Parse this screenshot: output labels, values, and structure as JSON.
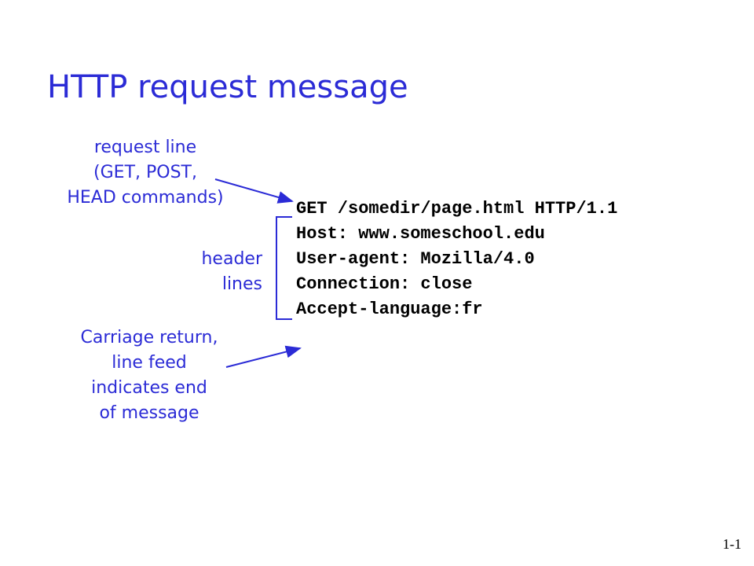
{
  "slide": {
    "title": "HTTP request message",
    "page_number": "1-1"
  },
  "annotations": {
    "request_line": [
      "request line",
      "(GET, POST,",
      "HEAD commands)"
    ],
    "header_lines": [
      "header",
      "lines"
    ],
    "crlf": [
      "Carriage return,",
      "line feed",
      "indicates end",
      "of message"
    ]
  },
  "message": {
    "request_line": "GET /somedir/page.html HTTP/1.1",
    "headers": [
      "Host: www.someschool.edu",
      "User-agent: Mozilla/4.0",
      "Connection: close",
      "Accept-language:fr"
    ]
  },
  "colors": {
    "accent": "#2b2bd6",
    "text": "#000000",
    "background": "#ffffff"
  }
}
